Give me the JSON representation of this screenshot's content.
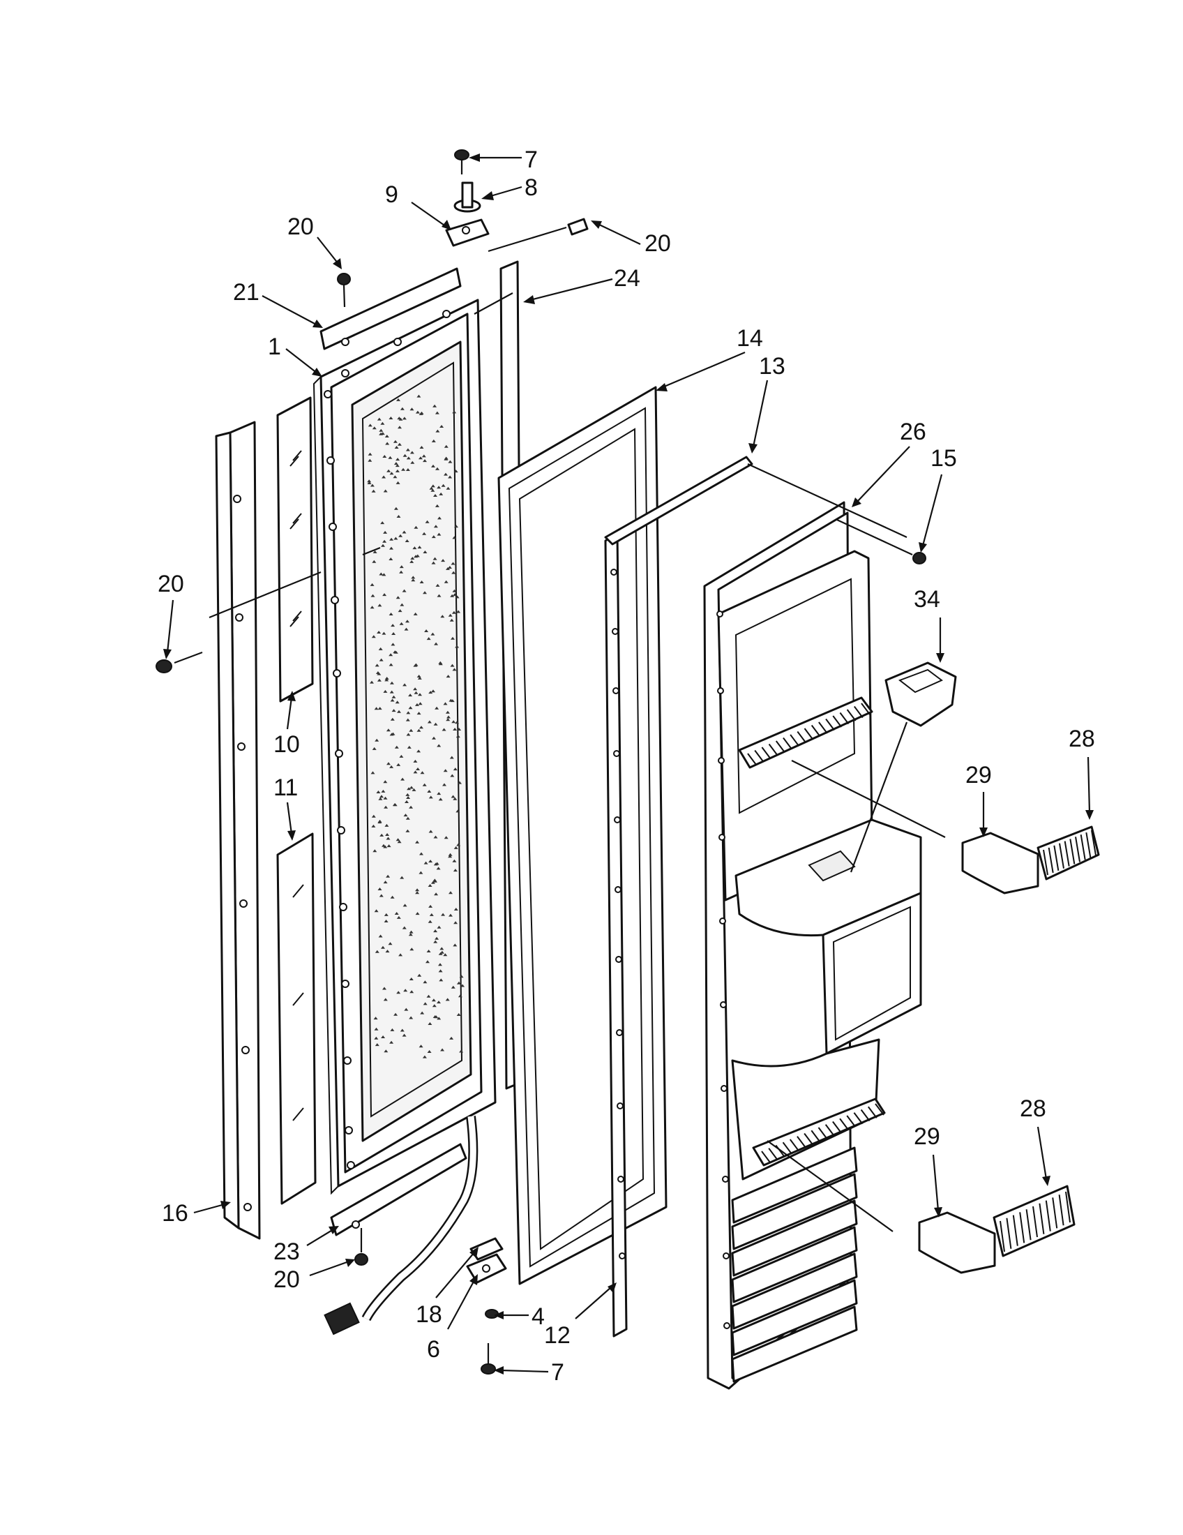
{
  "callouts": [
    {
      "id": "c7-top",
      "label": "7"
    },
    {
      "id": "c8",
      "label": "8"
    },
    {
      "id": "c9",
      "label": "9"
    },
    {
      "id": "c20-a",
      "label": "20"
    },
    {
      "id": "c20-b",
      "label": "20"
    },
    {
      "id": "c24",
      "label": "24"
    },
    {
      "id": "c21",
      "label": "21"
    },
    {
      "id": "c1",
      "label": "1"
    },
    {
      "id": "c14",
      "label": "14"
    },
    {
      "id": "c13",
      "label": "13"
    },
    {
      "id": "c26",
      "label": "26"
    },
    {
      "id": "c15",
      "label": "15"
    },
    {
      "id": "c34",
      "label": "34"
    },
    {
      "id": "c20-c",
      "label": "20"
    },
    {
      "id": "c10",
      "label": "10"
    },
    {
      "id": "c11",
      "label": "11"
    },
    {
      "id": "c28-a",
      "label": "28"
    },
    {
      "id": "c29-a",
      "label": "29"
    },
    {
      "id": "c28-b",
      "label": "28"
    },
    {
      "id": "c29-b",
      "label": "29"
    },
    {
      "id": "c16",
      "label": "16"
    },
    {
      "id": "c23",
      "label": "23"
    },
    {
      "id": "c20-d",
      "label": "20"
    },
    {
      "id": "c18",
      "label": "18"
    },
    {
      "id": "c4",
      "label": "4"
    },
    {
      "id": "c12",
      "label": "12"
    },
    {
      "id": "c6",
      "label": "6"
    },
    {
      "id": "c7-bottom",
      "label": "7"
    }
  ]
}
